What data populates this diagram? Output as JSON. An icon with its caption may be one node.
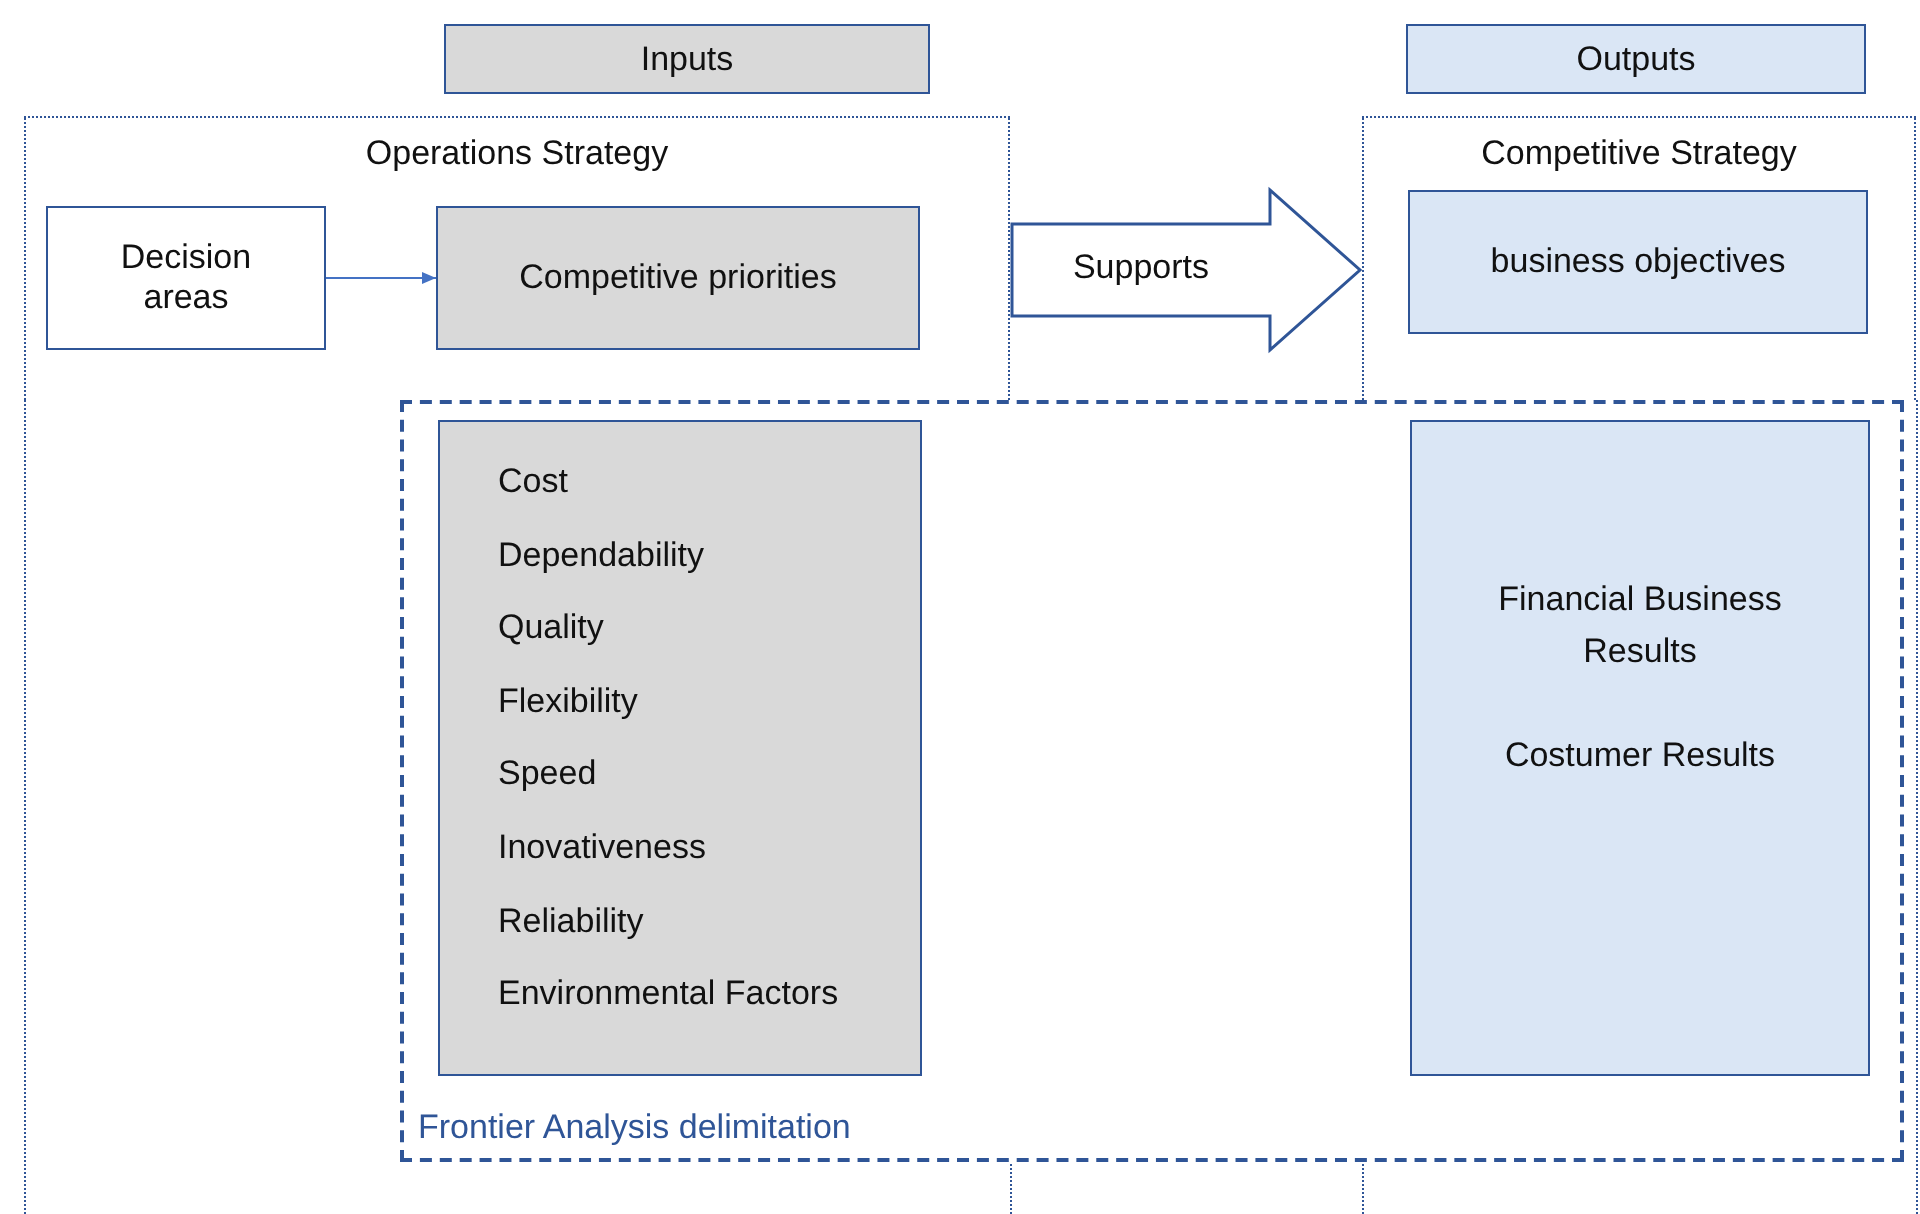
{
  "diagram": {
    "nodes": [
      {
        "text": [
          "Inputs"
        ]
      },
      {
        "text": [
          "Outputs"
        ]
      },
      {
        "text": [
          "Operations Strategy"
        ]
      },
      {
        "text": [
          "Decision areas"
        ],
        "in": 2
      },
      {
        "text": [
          "Competitive priorities"
        ],
        "in": 2
      },
      {
        "text": [
          "Competitive Strategy"
        ]
      },
      {
        "text": [
          "business objectives"
        ],
        "in": 5
      },
      {
        "text": [
          "Frontier Analysis delimitation"
        ]
      },
      {
        "text": [
          "Cost",
          "Dependability",
          "Quality",
          "Flexibility",
          "Speed",
          "Inovativeness",
          "Reliability",
          "Environmental Factors"
        ],
        "in": 7
      },
      {
        "text": [
          "Financial Business Results",
          "Costumer Results"
        ],
        "in": 7
      }
    ],
    "edges": [
      {
        "from": 3,
        "to": 4,
        "arrow": "to"
      },
      {
        "from": 2,
        "to": 5,
        "arrow": "to",
        "label": "Supports",
        "style": "thick"
      }
    ]
  }
}
